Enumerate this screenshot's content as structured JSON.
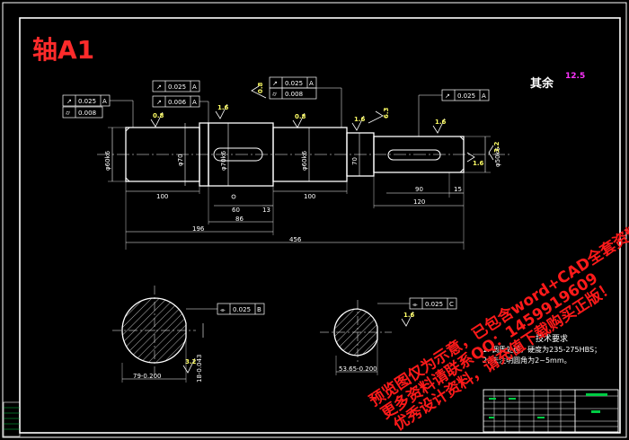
{
  "title": "轴A1",
  "rest_roughness": {
    "label": "其余",
    "value": "12.5"
  },
  "dimensions": {
    "len_100_left": "100",
    "len_60": "60",
    "len_13": "13",
    "len_86": "86",
    "len_100_mid": "100",
    "len_196": "196",
    "len_456": "456",
    "len_90": "90",
    "len_15": "15",
    "len_120": "120",
    "dia_left": "φ60k6",
    "dia_collar": "φ70",
    "dia_gear": "φ70k6",
    "dia_bearing": "φ60k6",
    "dia_shoulder": "70",
    "dia_end": "φ50k6",
    "key_left": "79-0.200",
    "key_left_width": "18-0.043",
    "key_right": "53.65-0.200"
  },
  "tolerances": {
    "f1": {
      "value": "0.025",
      "datum": "A"
    },
    "f2": {
      "value": "0.008",
      "datum": ""
    },
    "f3": {
      "value": "0.025",
      "datum": "A"
    },
    "f4": {
      "value": "0.006",
      "datum": "A"
    },
    "f5": {
      "value": "0.025",
      "datum": "A"
    },
    "f6": {
      "value": "0.008",
      "datum": ""
    },
    "f7": {
      "value": "0.025",
      "datum": "A"
    },
    "f8": {
      "value": "0.025",
      "datum": "B"
    },
    "f9": {
      "value": "0.025",
      "datum": "C"
    }
  },
  "roughness": {
    "r1": "0.8",
    "r2": "1.6",
    "r3": "0.8",
    "r4": "1.6",
    "r5": "1.6",
    "r6": "0.8",
    "r7": "6.3",
    "r8": "1.6",
    "r9": "3.2",
    "r10": "3.2",
    "r11": "1.6"
  },
  "tech_requirements": {
    "title": "技术要求",
    "line1": "1. 调质处理，硬度为235-275HBS；",
    "line2": "2. 未注明圆角为2~5mm。"
  },
  "watermark": {
    "line1": "预览图仅为示意，已包含word+CAD全套资料！",
    "line2": "更多资料请联系QQ：1459919609",
    "line3": "优秀设计资料，请充值下载购买正版！"
  },
  "colors": {
    "background": "#000000",
    "outline": "#ffffff",
    "dimension": "#ffffff",
    "title": "#ff2b2b",
    "watermark": "#ff1a1a",
    "roughness_text": "#ffff66",
    "hatch": "#ffffff",
    "title_block": "#00cc44",
    "frame": "#ffffff"
  }
}
